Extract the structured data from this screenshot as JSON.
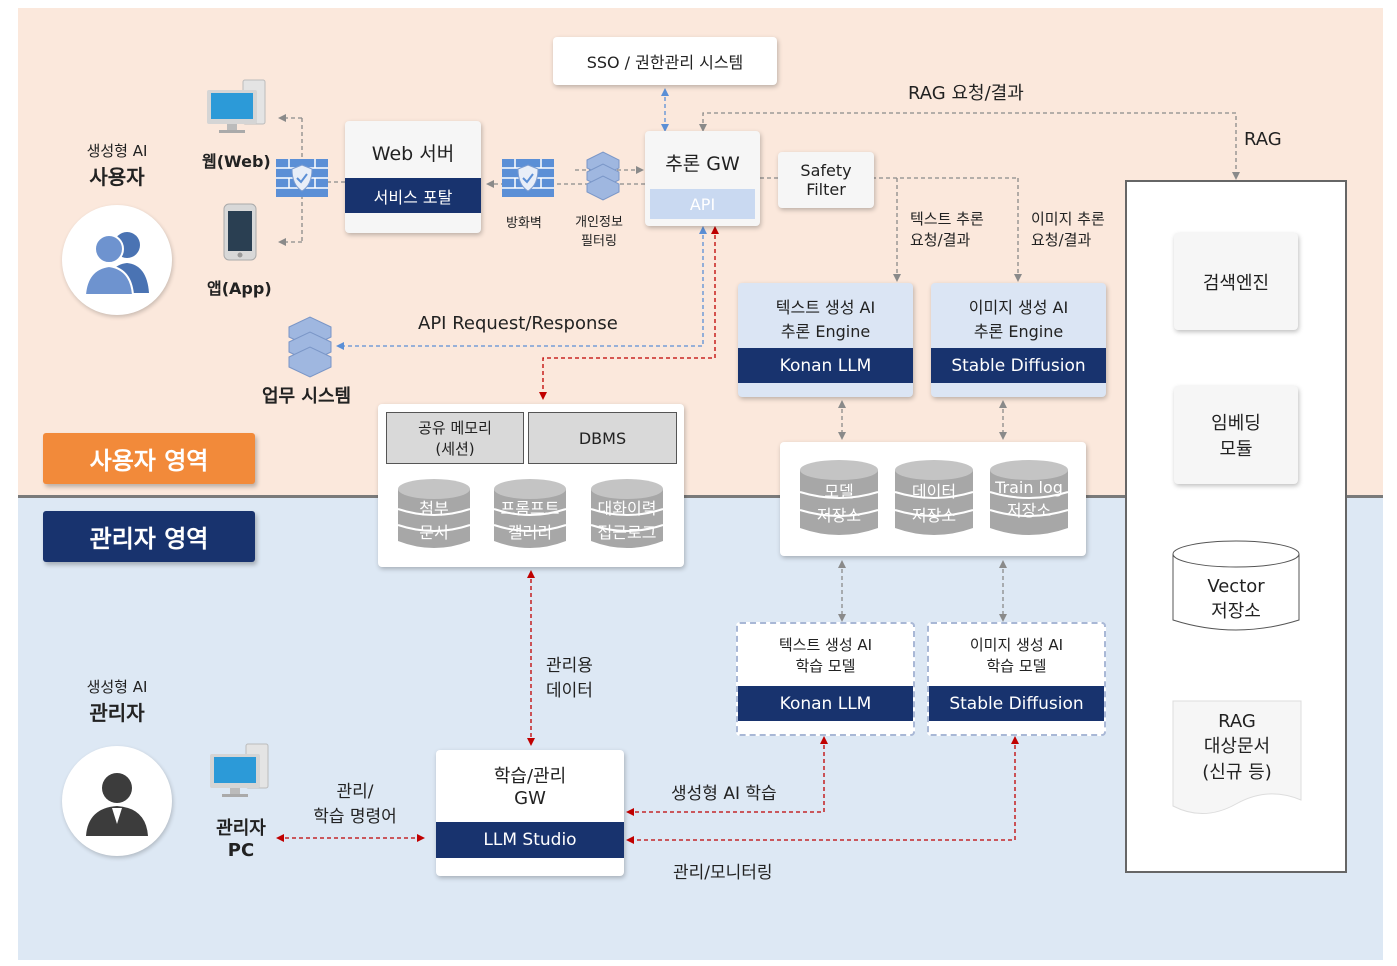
{
  "zones": {
    "user_label": "사용자 영역",
    "admin_label": "관리자 영역"
  },
  "actors": {
    "user_title_1": "생성형 AI",
    "user_title_2": "사용자",
    "admin_title_1": "생성형 AI",
    "admin_title_2": "관리자",
    "web": "웹(Web)",
    "app": "앱(App)",
    "admin_pc": "관리자\nPC",
    "biz_system": "업무 시스템"
  },
  "nodes": {
    "sso": "SSO / 권한관리 시스템",
    "web_server": "Web 서버",
    "service_portal": "서비스 포탈",
    "firewall": "방화벽",
    "privacy_filter": "개인정보\n필터링",
    "inference_gw": "추론 GW",
    "api": "API",
    "safety_filter": "Safety\nFilter",
    "text_engine": "텍스트 생성 AI\n추론 Engine",
    "text_engine_model": "Konan LLM",
    "image_engine": "이미지 생성 AI\n추론 Engine",
    "image_engine_model": "Stable Diffusion",
    "shared_memory": "공유 메모리\n(세션)",
    "dbms": "DBMS",
    "db_attach": "첨부\n문서",
    "db_prompt": "프롬프트\n갤러리",
    "db_history": "대화이력\n접근로그",
    "store_model": "모델\n저장소",
    "store_data": "데이터\n저장소",
    "store_trainlog": "Train log\n저장소",
    "text_train": "텍스트 생성 AI\n학습 모델",
    "text_train_model": "Konan LLM",
    "image_train": "이미지 생성 AI\n학습 모델",
    "image_train_model": "Stable Diffusion",
    "train_gw": "학습/관리\nGW",
    "llm_studio": "LLM Studio",
    "search_engine": "검색엔진",
    "embedding": "임베딩\n모듈",
    "vector_store": "Vector\n저장소",
    "rag_docs": "RAG\n대상문서\n(신규 등)"
  },
  "edges": {
    "rag_req": "RAG 요청/결과",
    "rag": "RAG",
    "text_req": "텍스트 추론\n요청/결과",
    "image_req": "이미지 추론\n요청/결과",
    "api_req": "API Request/Response",
    "admin_data": "관리용\n데이터",
    "admin_cmd": "관리/\n학습 명령어",
    "gen_train": "생성형 AI 학습",
    "monitoring": "관리/모니터링"
  },
  "colors": {
    "user_zone": "#fbe8dc",
    "admin_zone": "#dde8f4",
    "user_label": "#f28a3a",
    "admin_label": "#18336e",
    "navy": "#18336e",
    "api_box": "#c9d9f1",
    "arrow_grey": "#8a8a8a",
    "arrow_blue": "#5b8fd6",
    "arrow_red": "#c00000"
  },
  "icons": [
    "user-group-icon",
    "admin-icon",
    "monitor-icon",
    "phone-icon",
    "firewall-icon",
    "server-icon",
    "database-icon"
  ]
}
